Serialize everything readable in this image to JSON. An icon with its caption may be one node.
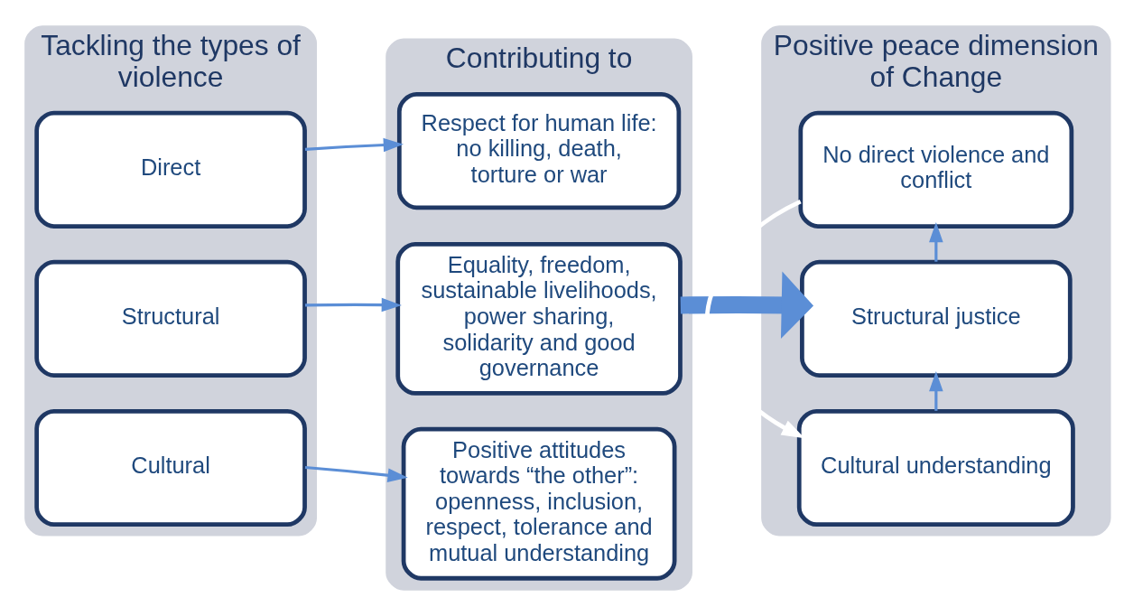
{
  "diagram": {
    "nodes": [
      {
        "text": [
          "Tackling the types of violence"
        ]
      },
      {
        "text": [
          "Direct"
        ],
        "in": 0
      },
      {
        "text": [
          "Structural"
        ],
        "in": 0
      },
      {
        "text": [
          "Cultural"
        ],
        "in": 0
      },
      {
        "text": [
          "Contributing to"
        ]
      },
      {
        "text": [
          "Respect for human life: no killing, death, torture or war"
        ],
        "in": 4
      },
      {
        "text": [
          "Equality, freedom, sustainable livelihoods, power sharing, solidarity and good governance"
        ],
        "in": 4
      },
      {
        "text": [
          "Positive attitudes towards “the other”: openness, inclusion, respect, tolerance and mutual understanding"
        ],
        "in": 4
      },
      {
        "text": [
          "Positive peace dimension of Change"
        ]
      },
      {
        "text": [
          "No direct violence and conflict"
        ],
        "in": 8
      },
      {
        "text": [
          "Structural justice"
        ],
        "in": 8
      },
      {
        "text": [
          "Cultural understanding"
        ],
        "in": 8
      }
    ],
    "edges": [
      {
        "from": 1,
        "to": 5,
        "arrow": "to"
      },
      {
        "from": 2,
        "to": 6,
        "arrow": "to"
      },
      {
        "from": 3,
        "to": 7,
        "arrow": "to"
      },
      {
        "from": 6,
        "to": 10,
        "arrow": "to",
        "style": "thick"
      },
      {
        "from": 9,
        "to": 11,
        "arrow": "to",
        "color": "#ffffff"
      },
      {
        "from": 10,
        "to": 9,
        "arrow": "to"
      },
      {
        "from": 11,
        "to": 10,
        "arrow": "to"
      }
    ]
  }
}
